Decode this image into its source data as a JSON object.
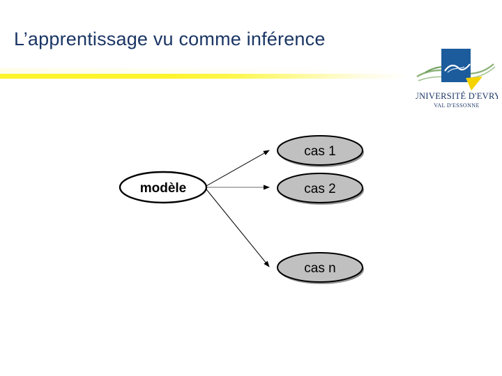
{
  "slide": {
    "title": "L’apprentissage vu comme inférence",
    "title_color": "#1b3665",
    "background_color": "#ffffff",
    "accent_bar_color": "#fdf42c"
  },
  "logo": {
    "name": "universite-evry-logo",
    "line1": "UNIVERSITÉ D'EVRY",
    "line2": "VAL D'ESSONNE",
    "square_color": "#1c5b9c",
    "swoosh_color": "#7fae6b",
    "triangle_color": "#f5d300",
    "text_color": "#1b3665"
  },
  "diagram": {
    "type": "node-link",
    "source_node": {
      "label": "modèle",
      "fill": "#ffffff",
      "stroke": "#000000",
      "bold": true
    },
    "target_nodes": [
      {
        "label": "cas 1",
        "fill": "#c0c0c0",
        "stroke": "#000000"
      },
      {
        "label": "cas 2",
        "fill": "#c0c0c0",
        "stroke": "#000000"
      },
      {
        "label": "cas n",
        "fill": "#c0c0c0",
        "stroke": "#000000"
      }
    ],
    "edges": [
      {
        "from": "modèle",
        "to": "cas 1",
        "arrowhead": true
      },
      {
        "from": "modèle",
        "to": "cas 2",
        "arrowhead": true
      },
      {
        "from": "modèle",
        "to": "cas n",
        "arrowhead": true
      }
    ],
    "edge_color": "#000000"
  }
}
